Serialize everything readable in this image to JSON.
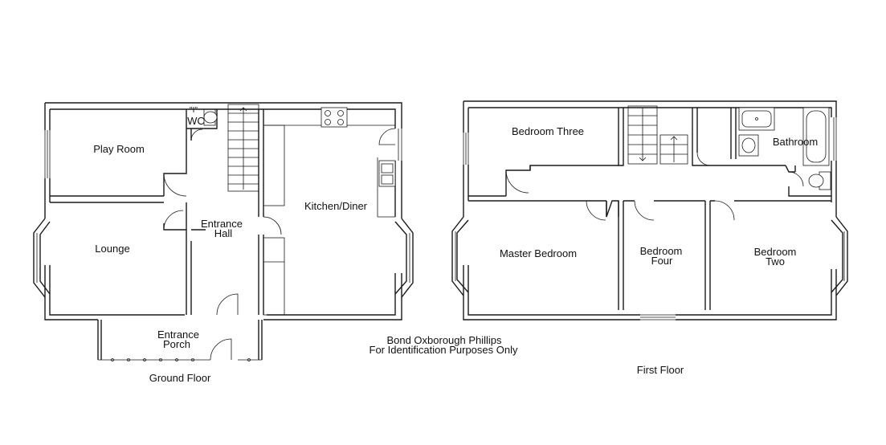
{
  "ground_floor": {
    "caption": "Ground Floor",
    "rooms": {
      "play_room": "Play Room",
      "wc_line1": "\"I\"",
      "wc_line2": "WC",
      "entrance_hall_line1": "Entrance",
      "entrance_hall_line2": "Hall",
      "kitchen_diner": "Kitchen/Diner",
      "lounge": "Lounge",
      "entrance_porch_line1": "Entrance",
      "entrance_porch_line2": "Porch"
    }
  },
  "first_floor": {
    "caption": "First Floor",
    "rooms": {
      "bedroom_three": "Bedroom Three",
      "bathroom": "Bathroom",
      "master_bedroom": "Master Bedroom",
      "bedroom_four_line1": "Bedroom",
      "bedroom_four_line2": "Four",
      "bedroom_two_line1": "Bedroom",
      "bedroom_two_line2": "Two"
    }
  },
  "agent": {
    "name": "Bond Oxborough Phillips",
    "disclaimer": "For Identification Purposes Only"
  }
}
